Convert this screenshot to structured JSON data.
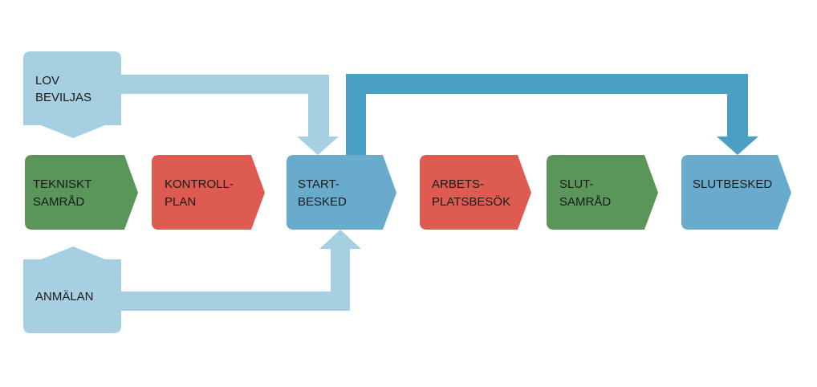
{
  "colors": {
    "light_blue": "#a7cfe2",
    "mid_blue": "#68abcd",
    "dark_blue": "#4c9fc4",
    "green": "#5a9559",
    "red": "#de5b52",
    "text": "#1a1a1a"
  },
  "inputs": {
    "lov": {
      "line1": "LOV",
      "line2": "BEVILJAS"
    },
    "anmalan": {
      "line1": "ANMÄLAN"
    }
  },
  "process": [
    {
      "id": "tekniskt-samrad",
      "color": "green",
      "line1": "TEKNISKT",
      "line2": "SAMRÅD"
    },
    {
      "id": "kontrollplan",
      "color": "red",
      "line1": "KONTROLL-",
      "line2": "PLAN"
    },
    {
      "id": "startbesked",
      "color": "mid_blue",
      "line1": "START-",
      "line2": "BESKED"
    },
    {
      "id": "arbetsplatsbesok",
      "color": "red",
      "line1": "ARBETS-",
      "line2": "PLATSBESÖK"
    },
    {
      "id": "slutsamrad",
      "color": "green",
      "line1": "SLUT-",
      "line2": "SAMRÅD"
    },
    {
      "id": "slutbesked",
      "color": "mid_blue",
      "line1": "SLUTBESKED"
    }
  ]
}
